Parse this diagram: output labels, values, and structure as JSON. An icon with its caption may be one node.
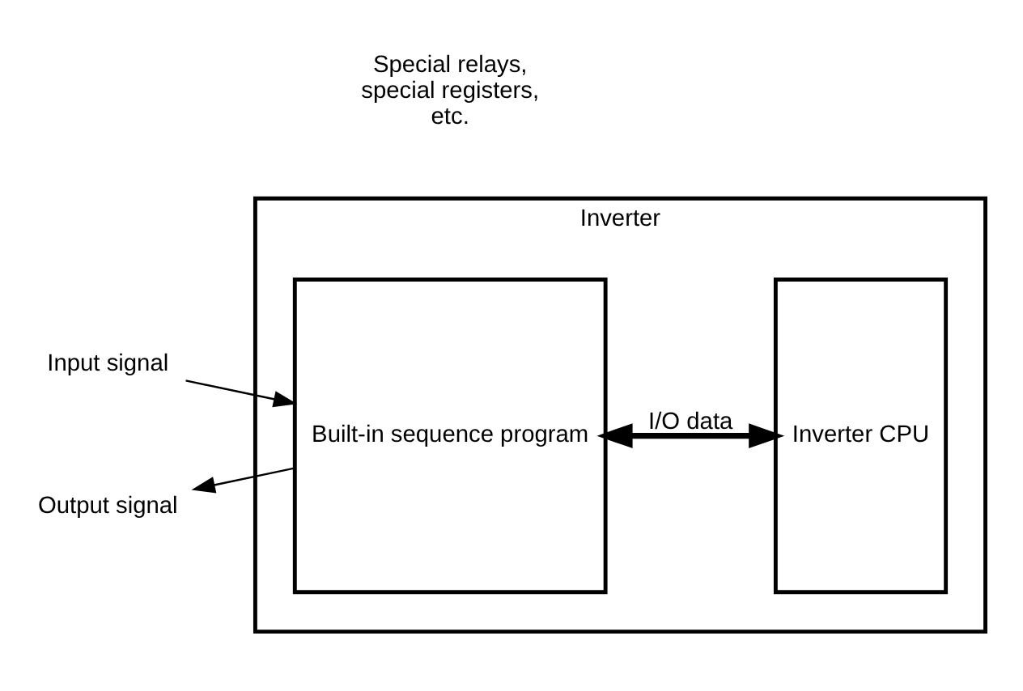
{
  "diagram": {
    "nodes": [
      {
        "text": [
          "Inverter"
        ]
      },
      {
        "text": [
          "Built-in sequence program"
        ],
        "in": 0
      },
      {
        "text": [
          "Inverter CPU"
        ],
        "in": 0
      },
      {
        "text": [
          "Input signal"
        ]
      },
      {
        "text": [
          "Output signal"
        ]
      }
    ],
    "edges": [
      {
        "from": 3,
        "to": 1,
        "arrow": "to"
      },
      {
        "from": 1,
        "to": 4,
        "arrow": "to"
      },
      {
        "from": 1,
        "to": 2,
        "arrow": "both",
        "label": "I/O data",
        "style": "thick"
      }
    ],
    "labels": [
      "Special relays, special registers, etc."
    ]
  }
}
